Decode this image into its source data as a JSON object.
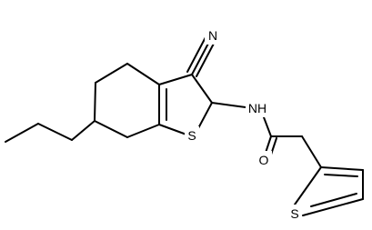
{
  "molecule": {
    "atoms": {
      "n_nitrile": "N",
      "n_amide": "NH",
      "s_thiophene_fused": "S",
      "o_carbonyl": "O",
      "s_thiophene": "S"
    },
    "colors": {
      "bond": "#000000",
      "label": "#000000",
      "background": "#ffffff"
    }
  }
}
